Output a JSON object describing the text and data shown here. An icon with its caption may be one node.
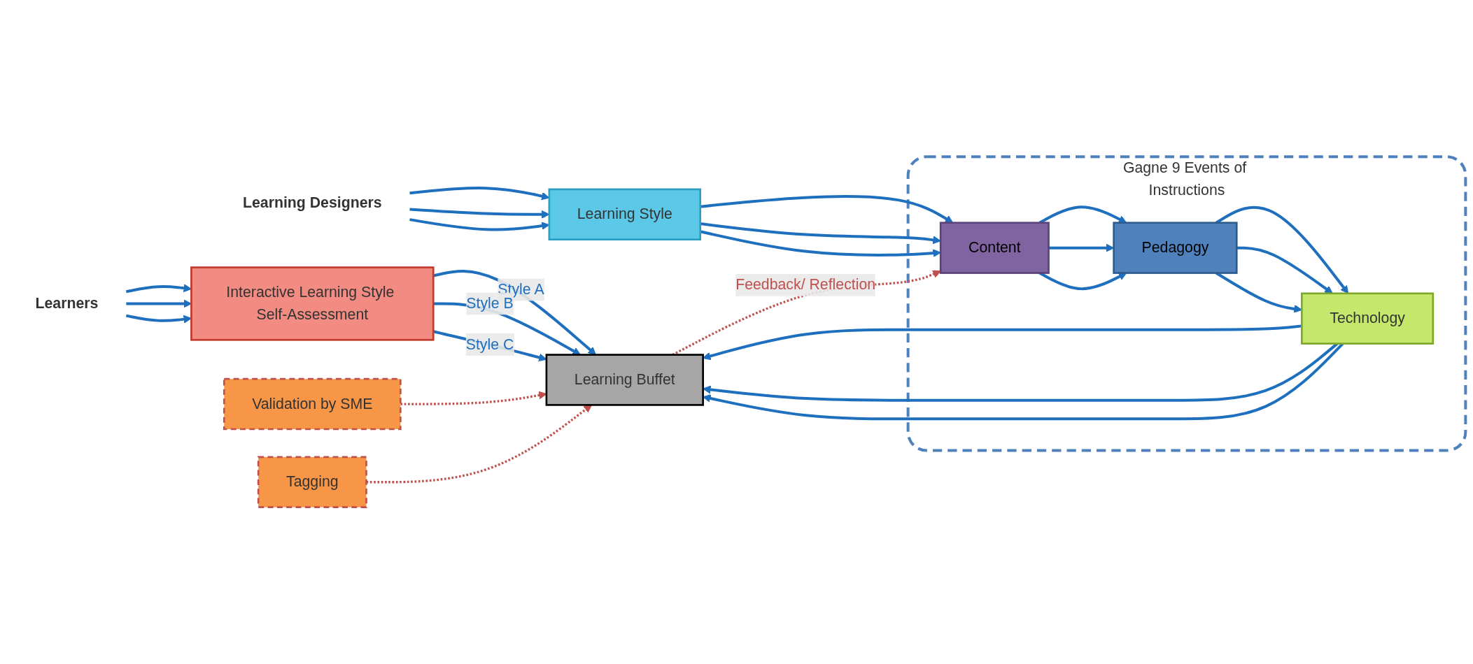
{
  "diagram": {
    "nodes": [
      {
        "text": [
          "Learners"
        ]
      },
      {
        "text": [
          "Interactive Learning Style Self-Assessment"
        ]
      },
      {
        "text": [
          "Validation by SME"
        ]
      },
      {
        "text": [
          "Learning Buffet"
        ]
      },
      {
        "text": [
          "Gagne 9 Events of Instructions"
        ]
      },
      {
        "text": [
          "Technology"
        ],
        "in": 4
      },
      {
        "text": [
          "Pedagogy"
        ],
        "in": 4
      },
      {
        "text": [
          "Content"
        ],
        "in": 4
      },
      {
        "text": [
          "Learning Style"
        ]
      },
      {
        "text": [
          "Learning Designers"
        ]
      },
      {
        "text": [
          "Tagging"
        ]
      }
    ],
    "edges": [
      {
        "from": 0,
        "to": 1,
        "arrow": "to"
      },
      {
        "from": 0,
        "to": 1,
        "arrow": "to"
      },
      {
        "from": 0,
        "to": 1,
        "arrow": "to"
      },
      {
        "from": 1,
        "to": 3,
        "label": "Style A",
        "arrow": "to"
      },
      {
        "from": 1,
        "to": 3,
        "label": "Style B",
        "arrow": "to"
      },
      {
        "from": 1,
        "to": 3,
        "label": "Style C",
        "arrow": "to"
      },
      {
        "from": 2,
        "to": 3,
        "arrow": "to",
        "style": "dashed",
        "color": "#c0504d"
      },
      {
        "from": 5,
        "to": 3,
        "arrow": "to"
      },
      {
        "from": 5,
        "to": 3,
        "arrow": "to"
      },
      {
        "from": 5,
        "to": 3,
        "arrow": "to"
      },
      {
        "from": 6,
        "to": 5,
        "arrow": "to"
      },
      {
        "from": 6,
        "to": 5,
        "arrow": "to"
      },
      {
        "from": 6,
        "to": 5,
        "arrow": "to"
      },
      {
        "from": 7,
        "to": 6,
        "arrow": "to"
      },
      {
        "from": 7,
        "to": 6,
        "arrow": "to"
      },
      {
        "from": 7,
        "to": 6,
        "arrow": "to"
      },
      {
        "from": 8,
        "to": 7,
        "arrow": "to"
      },
      {
        "from": 8,
        "to": 7,
        "arrow": "to"
      },
      {
        "from": 8,
        "to": 7,
        "arrow": "to"
      },
      {
        "from": 9,
        "to": 8,
        "arrow": "to"
      },
      {
        "from": 9,
        "to": 8,
        "arrow": "to"
      },
      {
        "from": 9,
        "to": 8,
        "arrow": "to"
      },
      {
        "from": 10,
        "to": 3,
        "arrow": "to",
        "style": "dashed",
        "color": "#c0504d"
      },
      {
        "from": 3,
        "to": 7,
        "label": "Feedback/ Reflection",
        "arrow": "to",
        "style": "dashed",
        "color": "#c0504d"
      }
    ]
  }
}
